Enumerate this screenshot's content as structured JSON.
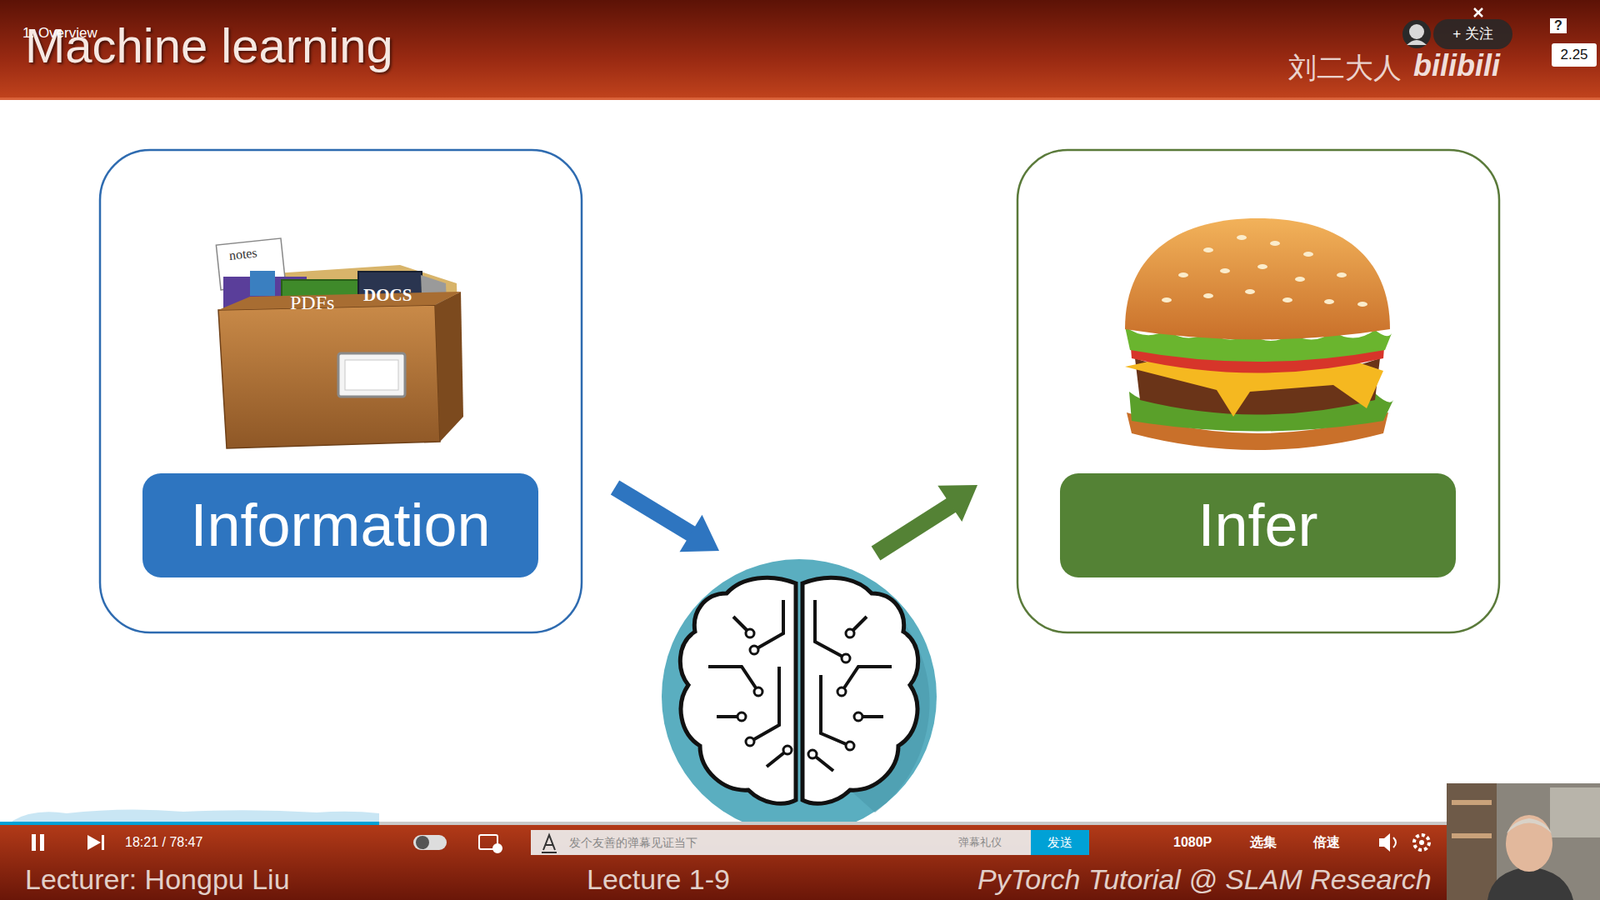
{
  "diagram": {
    "title": "Machine learning",
    "nodes": [
      {
        "text": [
          "Information"
        ]
      },
      {
        "text": [
          "Infer"
        ]
      },
      {
        "text": [
          "+ 关注"
        ]
      },
      {
        "text": [
          "2.25"
        ]
      },
      {
        "text": [
          "发送"
        ]
      }
    ],
    "labels": [
      "1. Overview",
      "刘二大人",
      "bilibili",
      "?",
      "notes",
      "PDFs",
      "DOCS",
      "Lecturer: Hongpu Liu",
      "Lecture 1-9",
      "PyTorch Tutorial @ SLAM Research",
      "18:21 / 78:47",
      "发个友善的弹幕见证当下",
      "弹幕礼仪",
      "1080P",
      "选集",
      "倍速"
    ]
  }
}
